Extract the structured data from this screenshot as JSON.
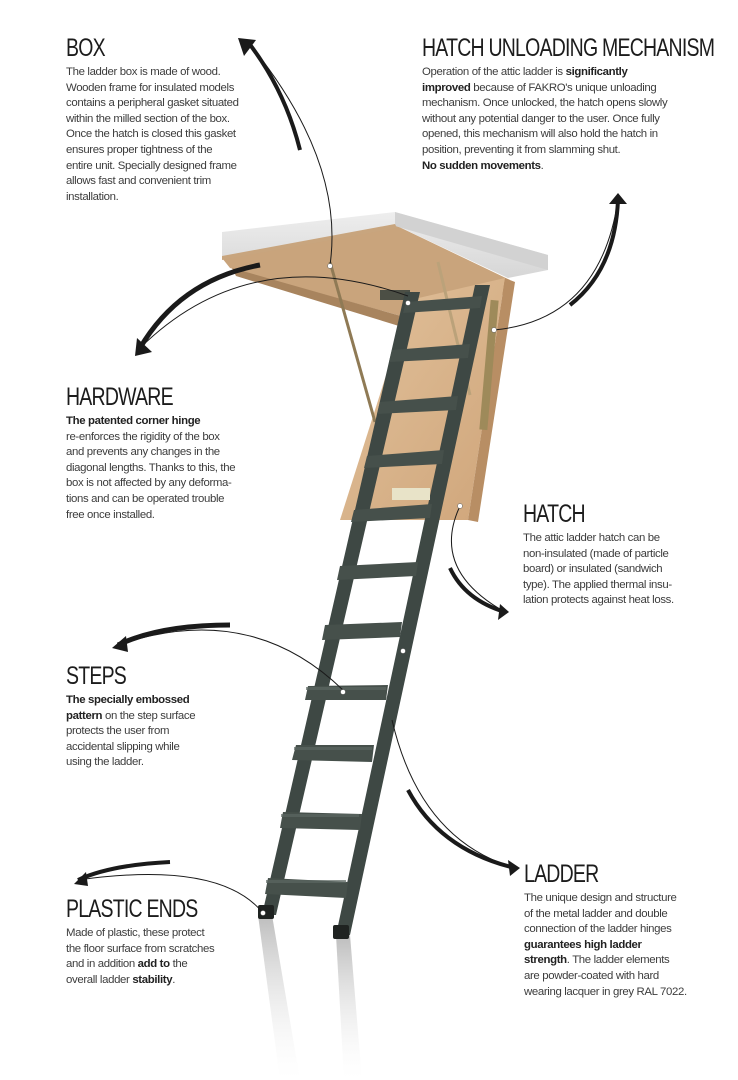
{
  "infographic": {
    "subject": "FAKRO metal attic ladder",
    "colors": {
      "heading": "#1c1c1c",
      "body": "#3c3c3c",
      "ladder": "#3e4844",
      "wood": "#d9b48c",
      "box_white": "#e4e4e4",
      "arrow": "#1a1a1a"
    },
    "sections": {
      "box": {
        "title": "BOX",
        "lines": [
          "The ladder box is made of wood.",
          "Wooden frame for insulated models",
          "contains a peripheral gasket situated",
          "within the milled section of the box.",
          "Once the hatch is closed this gasket",
          "ensures proper tightness of the",
          "entire unit. Specially designed frame",
          "allows fast and convenient trim",
          "installation."
        ]
      },
      "hatch_mechanism": {
        "title": "HATCH UNLOADING MECHANISM",
        "l1_pre": "Operation of the attic ladder is ",
        "l1_bold": "significantly",
        "l2_bold": "improved",
        "l2_post": " because of FAKRO's unique unloading",
        "l3": "mechanism. Once unlocked, the hatch opens slowly",
        "l4": "without any potential danger to the user. Once fully",
        "l5": "opened, this mechanism will also hold the hatch in",
        "l6": "position, preventing it from slamming shut.",
        "l7_bold": "No sudden movements",
        "l7_post": "."
      },
      "hardware": {
        "title": "HARDWARE",
        "l1_bold": "The patented corner hinge",
        "lines": [
          "re-enforces the rigidity of the box",
          "and prevents any changes in the",
          "diagonal lengths. Thanks to this, the",
          "box is not affected by any deforma-",
          "tions and can be operated trouble",
          "free once installed."
        ]
      },
      "hatch": {
        "title": "HATCH",
        "lines": [
          "The attic ladder hatch can be",
          "non-insulated (made of particle",
          "board) or insulated (sandwich",
          "type). The applied thermal insu-",
          "lation protects against heat loss."
        ]
      },
      "steps": {
        "title": "STEPS",
        "l1_bold": "The specially embossed",
        "l2_bold": "pattern",
        "l2_post": " on the step surface",
        "lines": [
          "protects the user from",
          "accidental slipping while",
          "using the ladder."
        ]
      },
      "plastic_ends": {
        "title": "PLASTIC ENDS",
        "l1": "Made of plastic, these protect",
        "l2": "the floor surface from scratches",
        "l3_pre": "and in addition ",
        "l3_bold": "add to",
        "l3_post": " the",
        "l4_pre": "overall ladder ",
        "l4_bold": "stability",
        "l4_post": "."
      },
      "ladder": {
        "title": "LADDER",
        "l1": "The unique design and structure",
        "l2": "of the metal ladder and double",
        "l3": "connection of the ladder hinges",
        "l4_bold": "guarantees high ladder",
        "l5_bold": "strength",
        "l5_post": ". The ladder elements",
        "l6": "are powder-coated with hard",
        "l7": "wearing lacquer in grey RAL 7022."
      }
    }
  }
}
